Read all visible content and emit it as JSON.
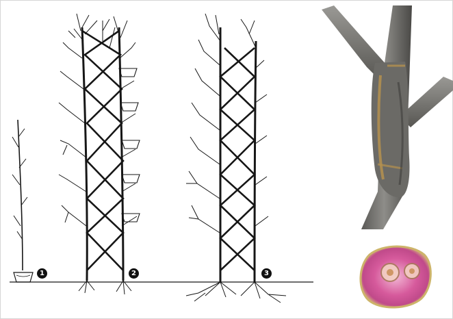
{
  "figure": {
    "labels": [
      {
        "id": "stage-1",
        "text": "1"
      },
      {
        "id": "stage-2",
        "text": "2"
      },
      {
        "id": "stage-3",
        "text": "3"
      }
    ]
  },
  "colors": {
    "ink": "#161616",
    "bark": "#7a7a78",
    "bark_dark": "#4d4c49",
    "graft_callus": "#b5914f",
    "section_pink": "#d65a9c",
    "section_rim": "#d9c27a"
  }
}
